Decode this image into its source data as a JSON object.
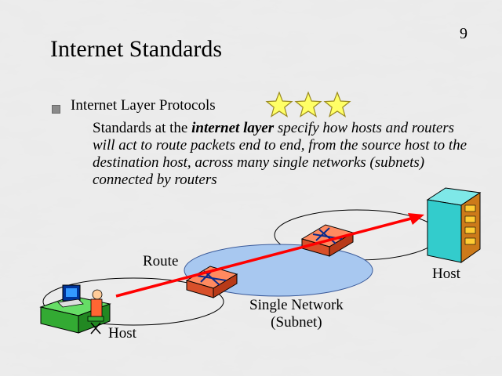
{
  "slide": {
    "page_number": "9",
    "title": "Internet Standards",
    "bullet": "Internet Layer Protocols",
    "description": {
      "part1": "Standards at the ",
      "emphasis": "internet layer",
      "part2": " specify how hosts and routers will act to route packets end to end, from the source host to the destination host, across many single networks (subnets) connected by routers"
    },
    "stars_count": 3
  },
  "diagram": {
    "label_route": "Route",
    "label_host_right": "Host",
    "label_network_line1": "Single Network",
    "label_network_line2": "(Subnet)",
    "label_host_left": "Host",
    "colors": {
      "route_arrow": "#ff0000",
      "subnet_fill": "#a8c8f0",
      "router": "#ff6a40",
      "star": "#ffff66",
      "server": "#33cccc"
    }
  }
}
